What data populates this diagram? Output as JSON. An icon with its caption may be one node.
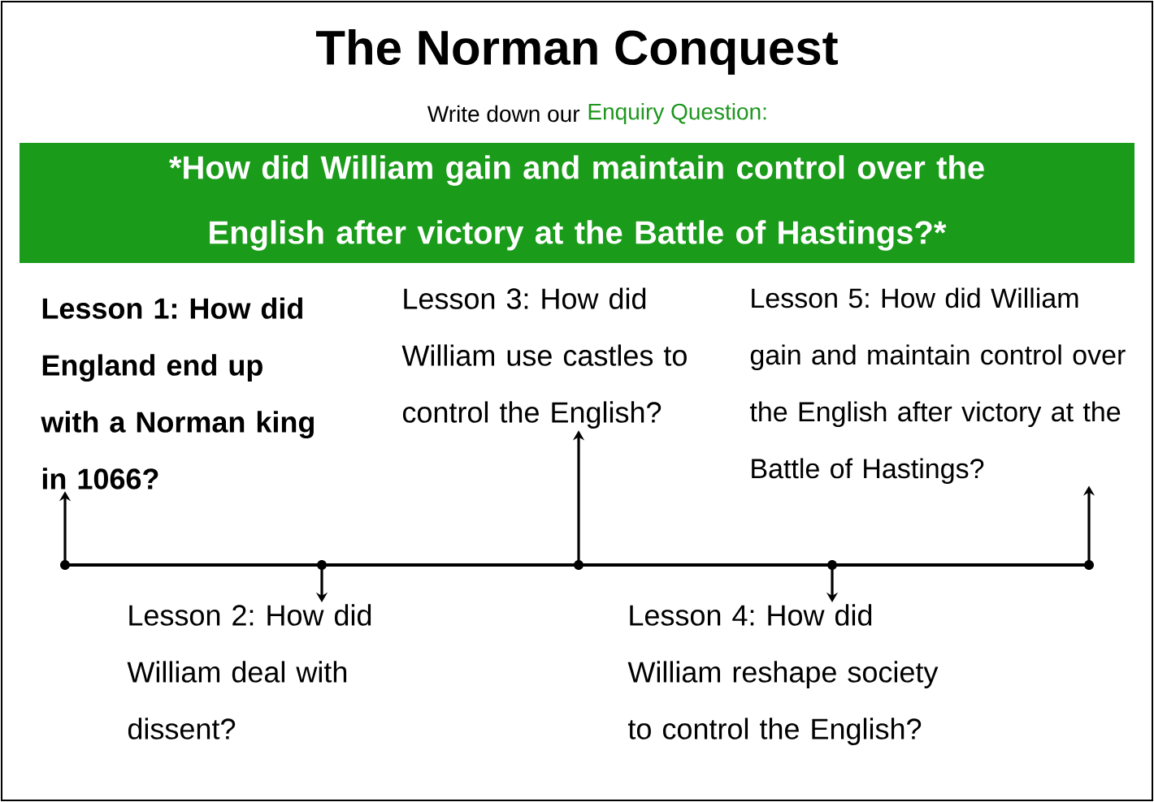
{
  "diagram": {
    "title": "The Norman Conquest",
    "nodes": [
      {
        "text": [
          "*How did William gain and maintain control over the",
          "English after victory at the Battle of Hastings?*"
        ]
      },
      {
        "text": [
          "Lesson 1: How did England end up with a Norman king in 1066?"
        ]
      },
      {
        "text": [
          "Lesson 2: How did William deal with dissent?"
        ]
      },
      {
        "text": [
          "Lesson 3: How did William use castles to control the English?"
        ]
      },
      {
        "text": [
          "Lesson 4: How did William reshape society to control the English?"
        ]
      },
      {
        "text": [
          "Lesson 5: How did William gain and maintain control over the English after victory at the Battle of Hastings?"
        ]
      },
      {
        "text": [],
        "shape": "bar"
      }
    ],
    "edges": [
      {
        "from": 6,
        "to": 1,
        "arrow": "to"
      },
      {
        "from": 6,
        "to": 2,
        "arrow": "to"
      },
      {
        "from": 6,
        "to": 3,
        "arrow": "to"
      },
      {
        "from": 6,
        "to": 4,
        "arrow": "to"
      },
      {
        "from": 6,
        "to": 5,
        "arrow": "to"
      }
    ],
    "labels": [
      "Write down our",
      "Enquiry Question:"
    ]
  }
}
